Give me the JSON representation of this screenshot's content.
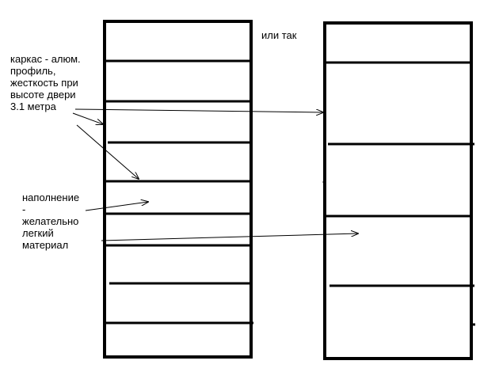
{
  "labels": {
    "frame_note": "каркас - алюм.\nпрофиль,\nжесткость при\nвысоте двери\n3.1 метра",
    "alt_note": "или так",
    "fill_note": "наполнение\n-\nжелательно\nлегкий\nматериал"
  },
  "colors": {
    "ink": "#000000",
    "background": "#ffffff"
  }
}
